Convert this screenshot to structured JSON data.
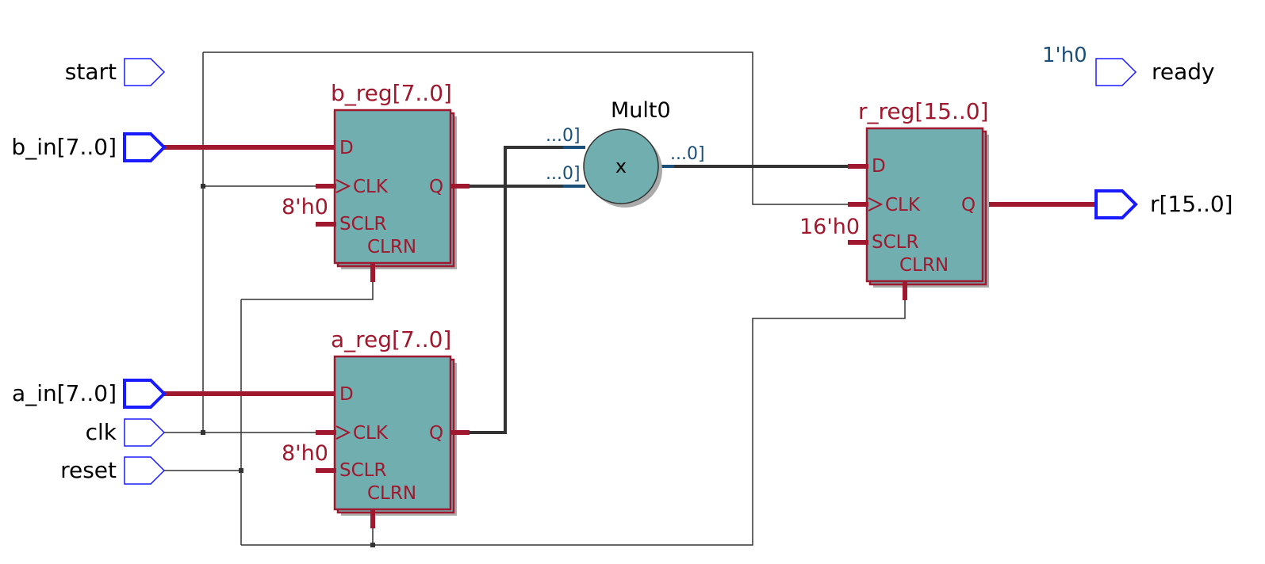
{
  "ports": {
    "start": "start",
    "b_in": "b_in[7..0]",
    "a_in": "a_in[7..0]",
    "clk": "clk",
    "reset": "reset",
    "ready": "ready",
    "r": "r[15..0]"
  },
  "constants": {
    "ready_value": "1'h0",
    "b_sclr": "8'h0",
    "a_sclr": "8'h0",
    "r_sclr": "16'h0"
  },
  "registers": {
    "b_reg": {
      "title": "b_reg[7..0]",
      "d": "D",
      "clk": "CLK",
      "q": "Q",
      "sclr": "SCLR",
      "clrn": "CLRN"
    },
    "a_reg": {
      "title": "a_reg[7..0]",
      "d": "D",
      "clk": "CLK",
      "q": "Q",
      "sclr": "SCLR",
      "clrn": "CLRN"
    },
    "r_reg": {
      "title": "r_reg[15..0]",
      "d": "D",
      "clk": "CLK",
      "q": "Q",
      "sclr": "SCLR",
      "clrn": "CLRN"
    }
  },
  "multiplier": {
    "title": "Mult0",
    "symbol": "x",
    "in_a_label": "...0]",
    "in_b_label": "...0]",
    "out_label": "...0]"
  },
  "colors": {
    "bus": "#a0182e",
    "register_fill": "#71aeaf",
    "port_outline": "#1a1aff",
    "wire": "#333333",
    "const_blue": "#1a4f7a"
  }
}
